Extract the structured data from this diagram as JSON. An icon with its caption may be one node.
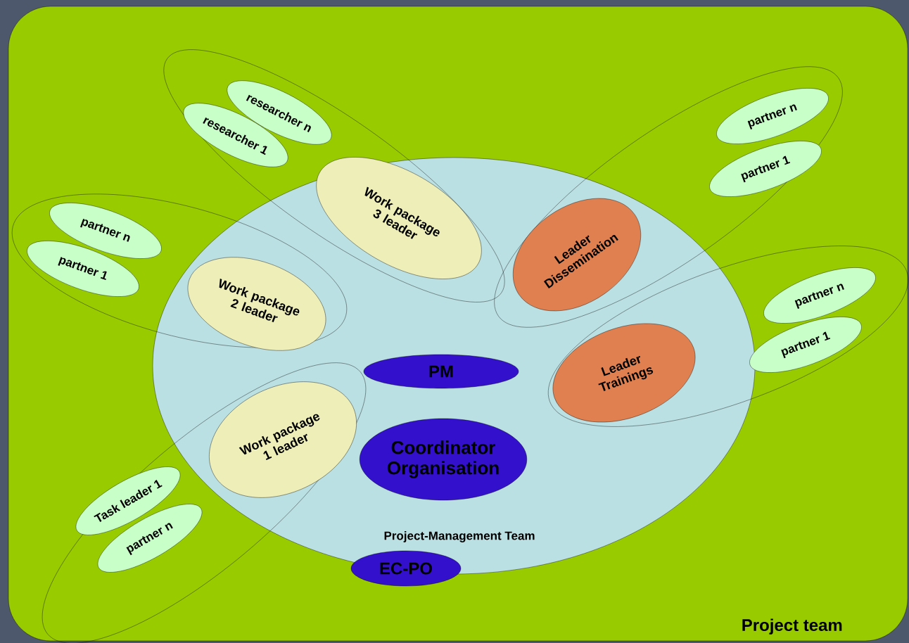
{
  "diagram": {
    "nodes": [
      {
        "text": [
          "Project team"
        ]
      },
      {
        "text": [
          "Project-Management Team"
        ],
        "in": 0
      },
      {
        "text": [],
        "shape": "ellipse",
        "in": 0
      },
      {
        "text": [
          "researcher n"
        ],
        "in": 2
      },
      {
        "text": [
          "researcher 1"
        ],
        "in": 2
      },
      {
        "text": [],
        "shape": "ellipse",
        "in": 0
      },
      {
        "text": [
          "partner n"
        ],
        "in": 5
      },
      {
        "text": [
          "partner 1"
        ],
        "in": 5
      },
      {
        "text": [],
        "shape": "ellipse",
        "in": 0
      },
      {
        "text": [
          "partner n"
        ],
        "in": 8
      },
      {
        "text": [
          "partner 1"
        ],
        "in": 8
      },
      {
        "text": [
          "Work package 3 leader"
        ]
      },
      {
        "text": [
          "Leader Dissemination"
        ]
      },
      {
        "text": [
          "Work package 2 leader"
        ]
      },
      {
        "text": [],
        "shape": "ellipse",
        "in": 0
      },
      {
        "text": [
          "partner n"
        ],
        "in": 14
      },
      {
        "text": [
          "partner 1"
        ],
        "in": 14
      },
      {
        "text": [
          "PM"
        ],
        "in": 1
      },
      {
        "text": [
          "Leader Trainings"
        ]
      },
      {
        "text": [
          "Work package 1 leader"
        ]
      },
      {
        "text": [
          "Coordinator Organisation"
        ],
        "in": 1
      },
      {
        "text": [],
        "shape": "ellipse",
        "in": 0
      },
      {
        "text": [
          "Task leader 1"
        ],
        "in": 21
      },
      {
        "text": [
          "partner n"
        ],
        "in": 21
      },
      {
        "text": [
          "EC-PO"
        ],
        "in": 0
      }
    ]
  }
}
